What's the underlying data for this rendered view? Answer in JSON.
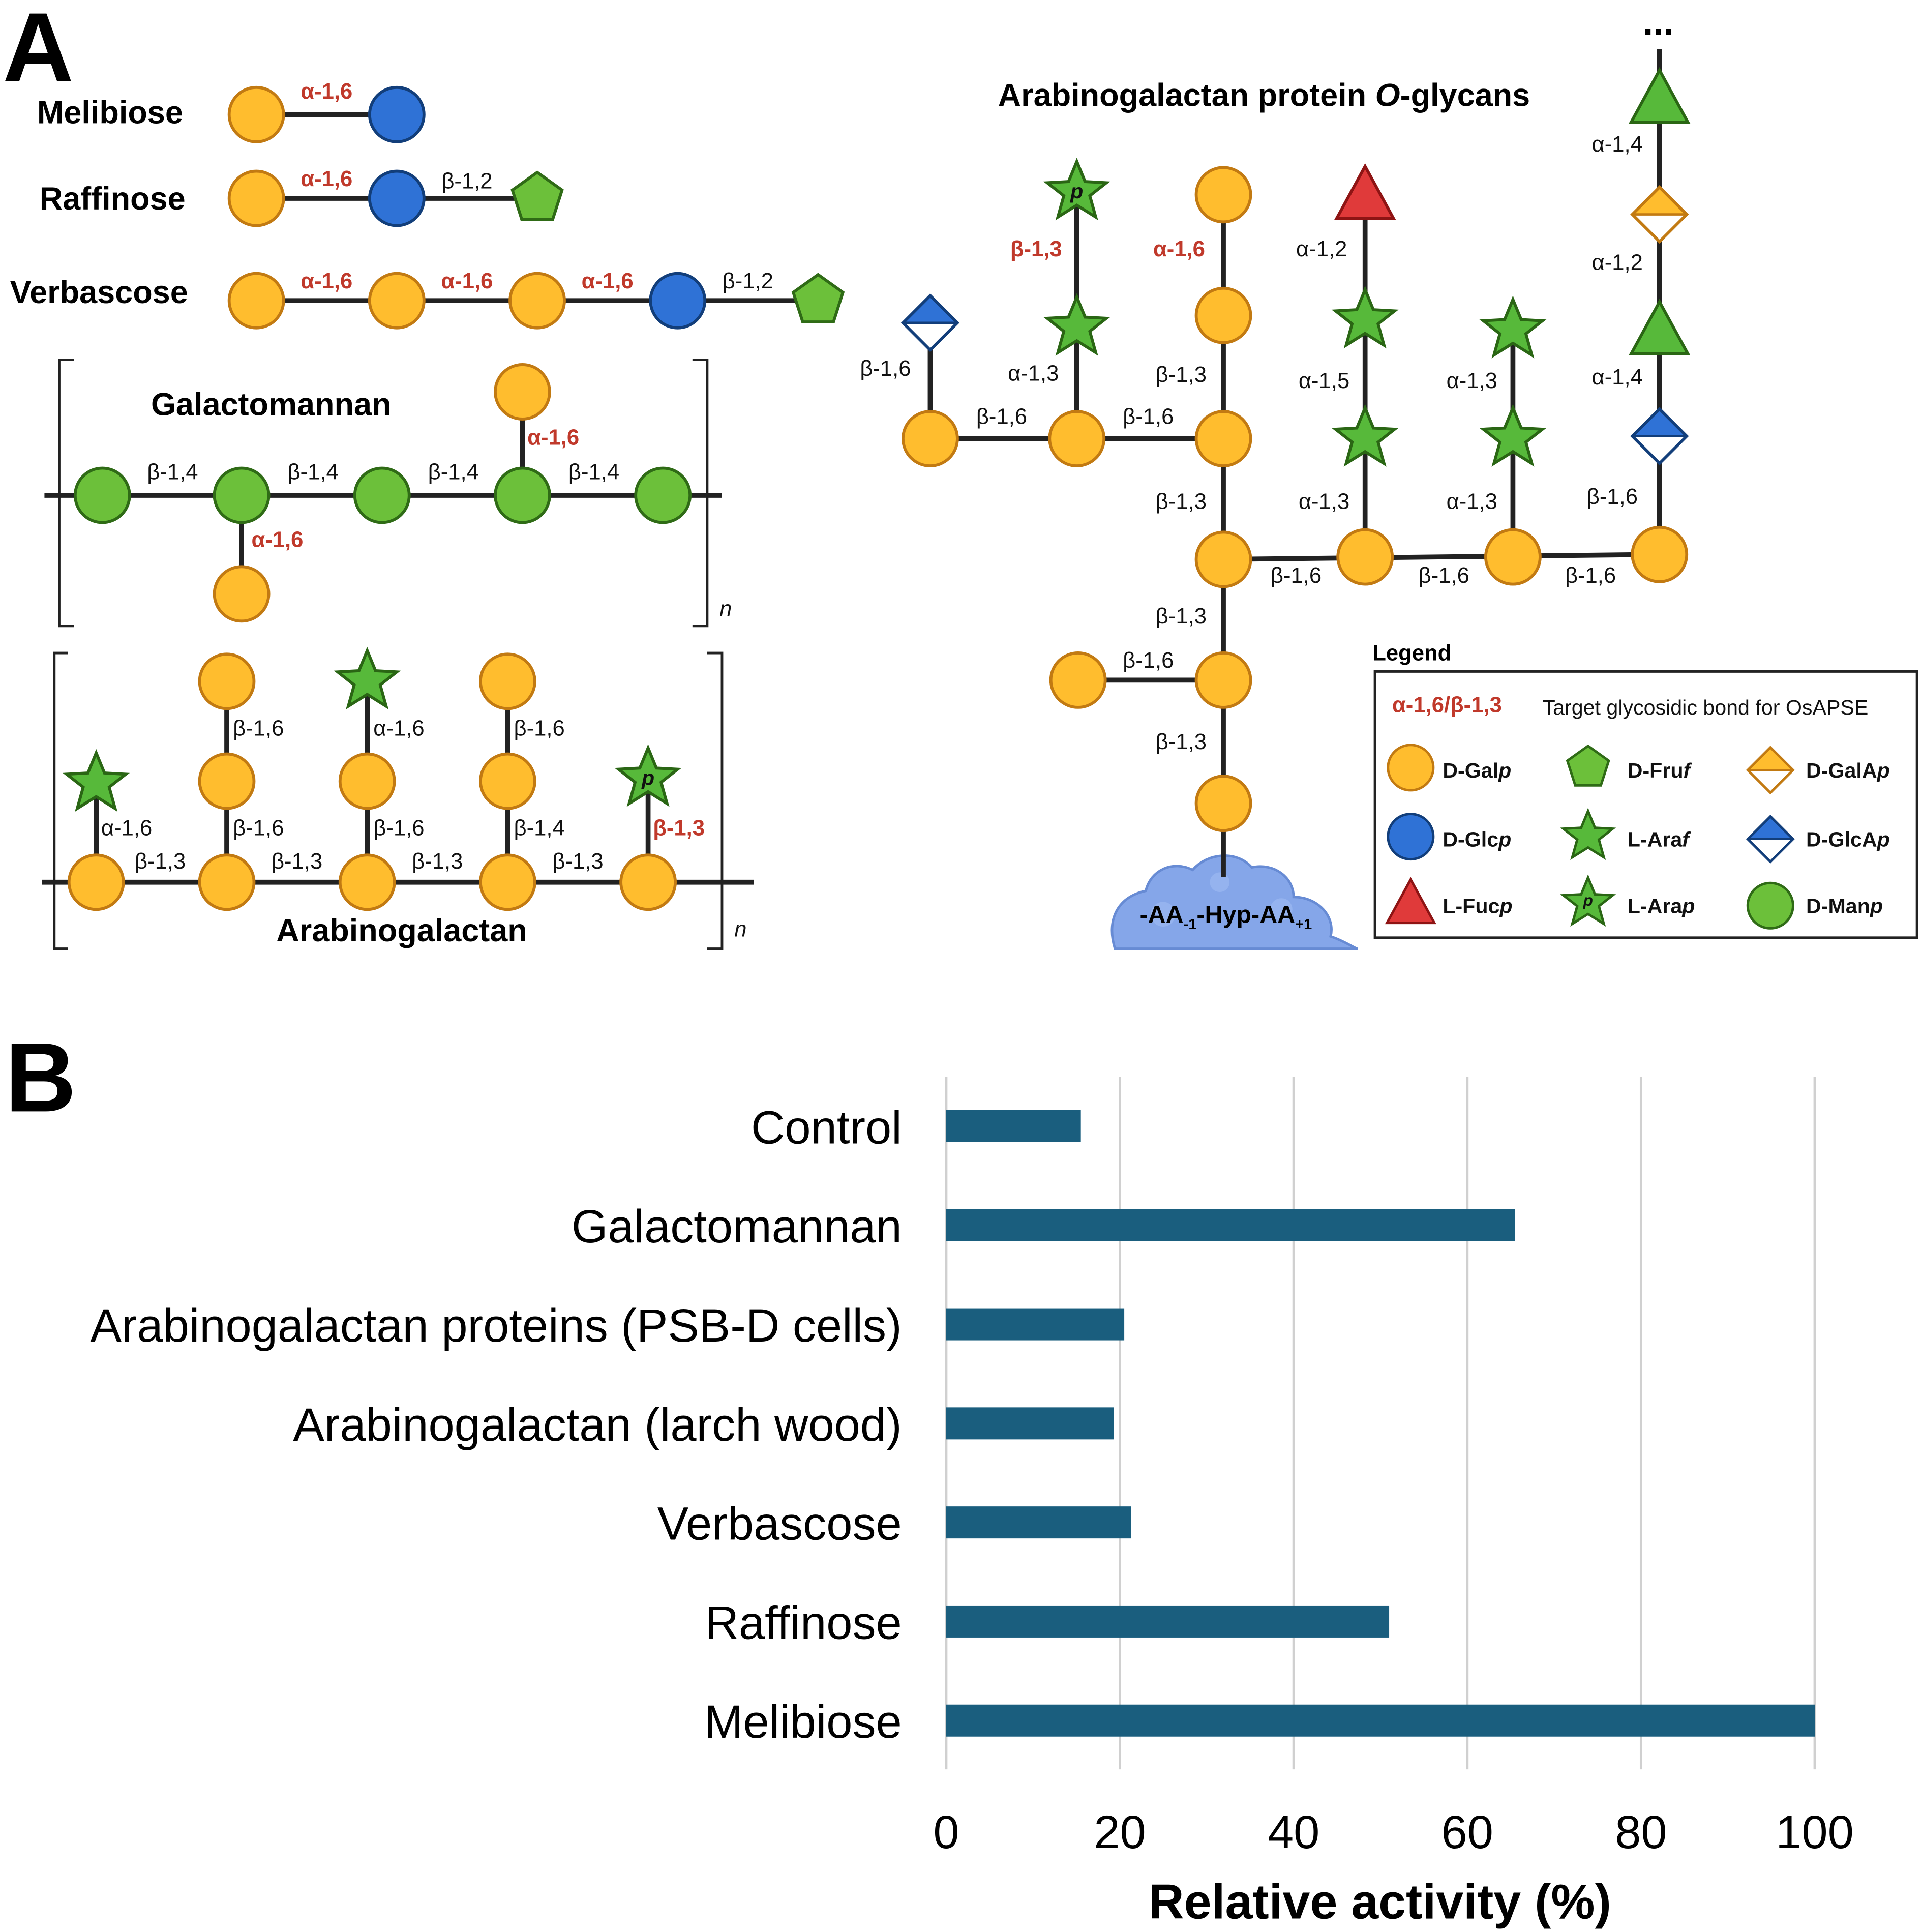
{
  "panel_a": {
    "letter": "A",
    "melibiose": {
      "name": "Melibiose",
      "bond1": "α-1,6"
    },
    "raffinose": {
      "name": "Raffinose",
      "bond1": "α-1,6",
      "bond2": "β-1,2"
    },
    "verbascose": {
      "name": "Verbascose",
      "bond1": "α-1,6",
      "bond2": "α-1,6",
      "bond3": "α-1,6",
      "bond4": "β-1,2"
    },
    "galactomannan": {
      "name": "Galactomannan",
      "bonds": [
        "β-1,4",
        "β-1,4",
        "β-1,4",
        "β-1,4"
      ],
      "branch_up": "α-1,6",
      "branch_down": "α-1,6",
      "repeat": "n"
    },
    "arabinogalactan": {
      "name": "Arabinogalactan",
      "backbone": [
        "β-1,3",
        "β-1,3",
        "β-1,3",
        "β-1,3"
      ],
      "b1": "α-1,6",
      "b2_low": "β-1,6",
      "b2_up": "β-1,6",
      "b3_low": "β-1,6",
      "b3_up": "α-1,6",
      "b4_low": "β-1,4",
      "b4_up": "β-1,6",
      "b5": "β-1,3",
      "repeat": "n"
    },
    "agp": {
      "title_pre": "Arabinogalactan protein ",
      "title_ital": "O",
      "title_post": "-glycans",
      "ellipsis": "...",
      "l_b16_glcA": "β-1,6",
      "l_b16_a": "β-1,6",
      "l_b16_b": "β-1,6",
      "l_b13_red": "β-1,3",
      "l_a13": "α-1,3",
      "l_a16_red": "α-1,6",
      "l_b13_u": "β-1,3",
      "l_b13_m": "β-1,3",
      "l_a12_fuc": "α-1,2",
      "l_a15": "α-1,5",
      "l_a13_c": "α-1,3",
      "l_a13_d1": "α-1,3",
      "l_a13_d2": "α-1,3",
      "l_a14_top": "α-1,4",
      "l_a12_side": "α-1,2",
      "l_a14_mid": "α-1,4",
      "l_b16_side": "β-1,6",
      "l_bb1": "β-1,6",
      "l_bb2": "β-1,6",
      "l_bb3": "β-1,6",
      "l_b13_low": "β-1,3",
      "l_b16_low": "β-1,6",
      "l_b13_bot": "β-1,3",
      "pyranose_tag": "p",
      "protein_pre": "-AA",
      "protein_sub1": "-1",
      "protein_mid": "-Hyp-AA",
      "protein_sub2": "+1"
    },
    "legend": {
      "title": "Legend",
      "target_bond": "α-1,6/β-1,3",
      "target_text": "Target glycosidic bond for OsAPSE",
      "items": [
        {
          "pre": "D-Gal",
          "suf": "p"
        },
        {
          "pre": "D-Glc",
          "suf": "p"
        },
        {
          "pre": "L-Fuc",
          "suf": "p"
        },
        {
          "pre": "D-Fru",
          "suf": "f"
        },
        {
          "pre": "L-Ara",
          "suf": "f"
        },
        {
          "pre": "L-Ara",
          "suf": "p"
        },
        {
          "pre": "D-GalA",
          "suf": "p"
        },
        {
          "pre": "D-GlcA",
          "suf": "p"
        },
        {
          "pre": "D-Man",
          "suf": "p"
        }
      ]
    }
  },
  "panel_b": {
    "letter": "B"
  },
  "colors": {
    "galactose": "#ffbd2e",
    "galactose_stroke": "#c27a12",
    "glucose": "#2f72d6",
    "mannose": "#6cc03a",
    "arabinose": "#57b93a",
    "fucose": "#e03a3a",
    "glcA": "#2f72d6",
    "bar": "#1a5e7e",
    "red_bond": "#c0392b"
  },
  "chart_data": {
    "type": "bar",
    "orientation": "horizontal",
    "categories": [
      "Control",
      "Galactomannan",
      "Arabinogalactan proteins (PSB-D cells)",
      "Arabinogalactan (larch wood)",
      "Verbascose",
      "Raffinose",
      "Melibiose"
    ],
    "values": [
      15.5,
      65.5,
      20.5,
      19.3,
      21.3,
      51,
      100
    ],
    "xlabel": "Relative activity (%)",
    "ylabel": "",
    "xlim": [
      0,
      100
    ],
    "xticks": [
      0,
      20,
      40,
      60,
      80,
      100
    ],
    "xtick_labels": [
      "0",
      "20",
      "40",
      "60",
      "80",
      "100"
    ],
    "grid": "vertical"
  }
}
